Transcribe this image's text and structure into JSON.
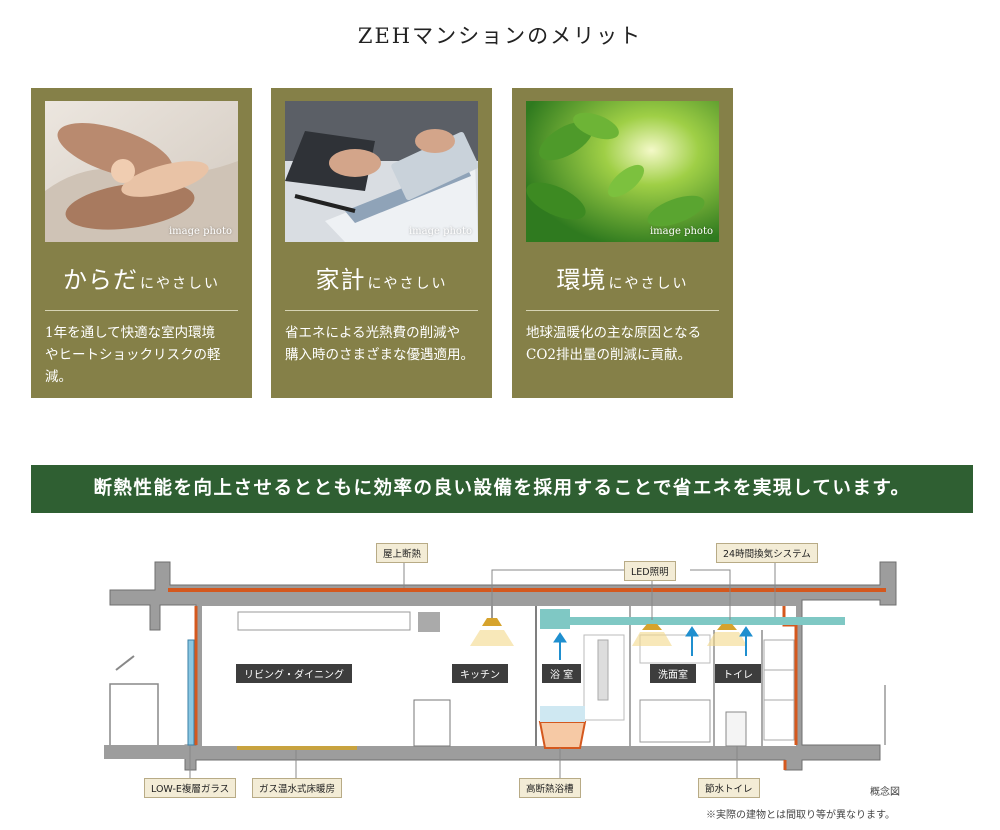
{
  "title": "ZEHマンションのメリット",
  "cards": [
    {
      "heading_big": "からだ",
      "heading_small": "にやさしい",
      "photo_caption": "image photo",
      "desc": "1年を通して快適な室内環境\nやヒートショックリスクの軽減。",
      "photo_icon": "hands-baby-icon"
    },
    {
      "heading_big": "家計",
      "heading_small": "にやさしい",
      "photo_caption": "image photo",
      "desc": "省エネによる光熱費の削減や\n購入時のさまざまな優遇適用。",
      "photo_icon": "tablet-chart-icon"
    },
    {
      "heading_big": "環境",
      "heading_small": "にやさしい",
      "photo_caption": "image photo",
      "desc": "地球温暖化の主な原因となる\nCO2排出量の削減に貢献。",
      "photo_icon": "green-leaves-icon"
    }
  ],
  "banner": "断熱性能を向上させるとともに効率の良い設備を採用することで省エネを実現しています。",
  "diagram": {
    "top_labels": {
      "roof": "屋上断熱",
      "led": "LED照明",
      "ventilation": "24時間換気システム"
    },
    "rooms": {
      "living": "リビング・ダイニング",
      "kitchen": "キッチン",
      "bath": "浴 室",
      "washroom": "洗面室",
      "toilet": "トイレ"
    },
    "bottom_labels": {
      "glass": "LOW-E複層ガラス",
      "floor_heating": "ガス温水式床暖房",
      "bathtub": "高断熱浴槽",
      "water_toilet": "節水トイレ"
    },
    "concept": "概念図",
    "footnote": "※実際の建物とは間取り等が異なります。"
  },
  "colors": {
    "card_bg": "#858048",
    "banner_bg": "#2f5f32",
    "insulation": "#d4581e",
    "duct": "#7fc8c4",
    "arrow": "#1f8fcf"
  }
}
